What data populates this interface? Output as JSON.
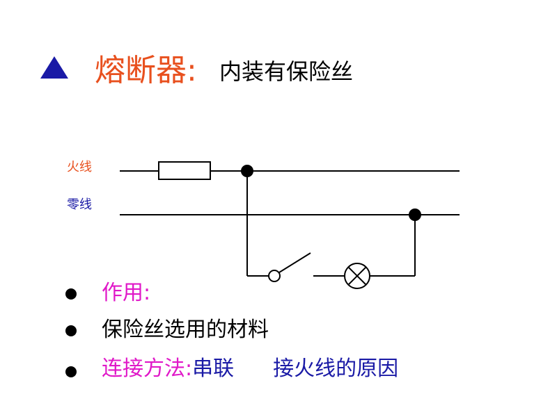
{
  "title": {
    "main": "熔断器:",
    "sub": "内装有保险丝"
  },
  "circuit": {
    "live_label": "火线",
    "neutral_label": "零线"
  },
  "bullets": [
    {
      "text": "作用:"
    },
    {
      "text": "保险丝选用的材料"
    },
    {
      "method_label": "连接方法:",
      "method_value": "串联",
      "extra": "接火线的原因"
    }
  ],
  "colors": {
    "accent_orange": "#e8501e",
    "navy": "#1a1aa6",
    "magenta": "#e018c8",
    "wire": "#000000"
  },
  "icons": [
    "triangle-bullet-icon",
    "fuse-icon",
    "switch-icon",
    "lamp-icon"
  ]
}
